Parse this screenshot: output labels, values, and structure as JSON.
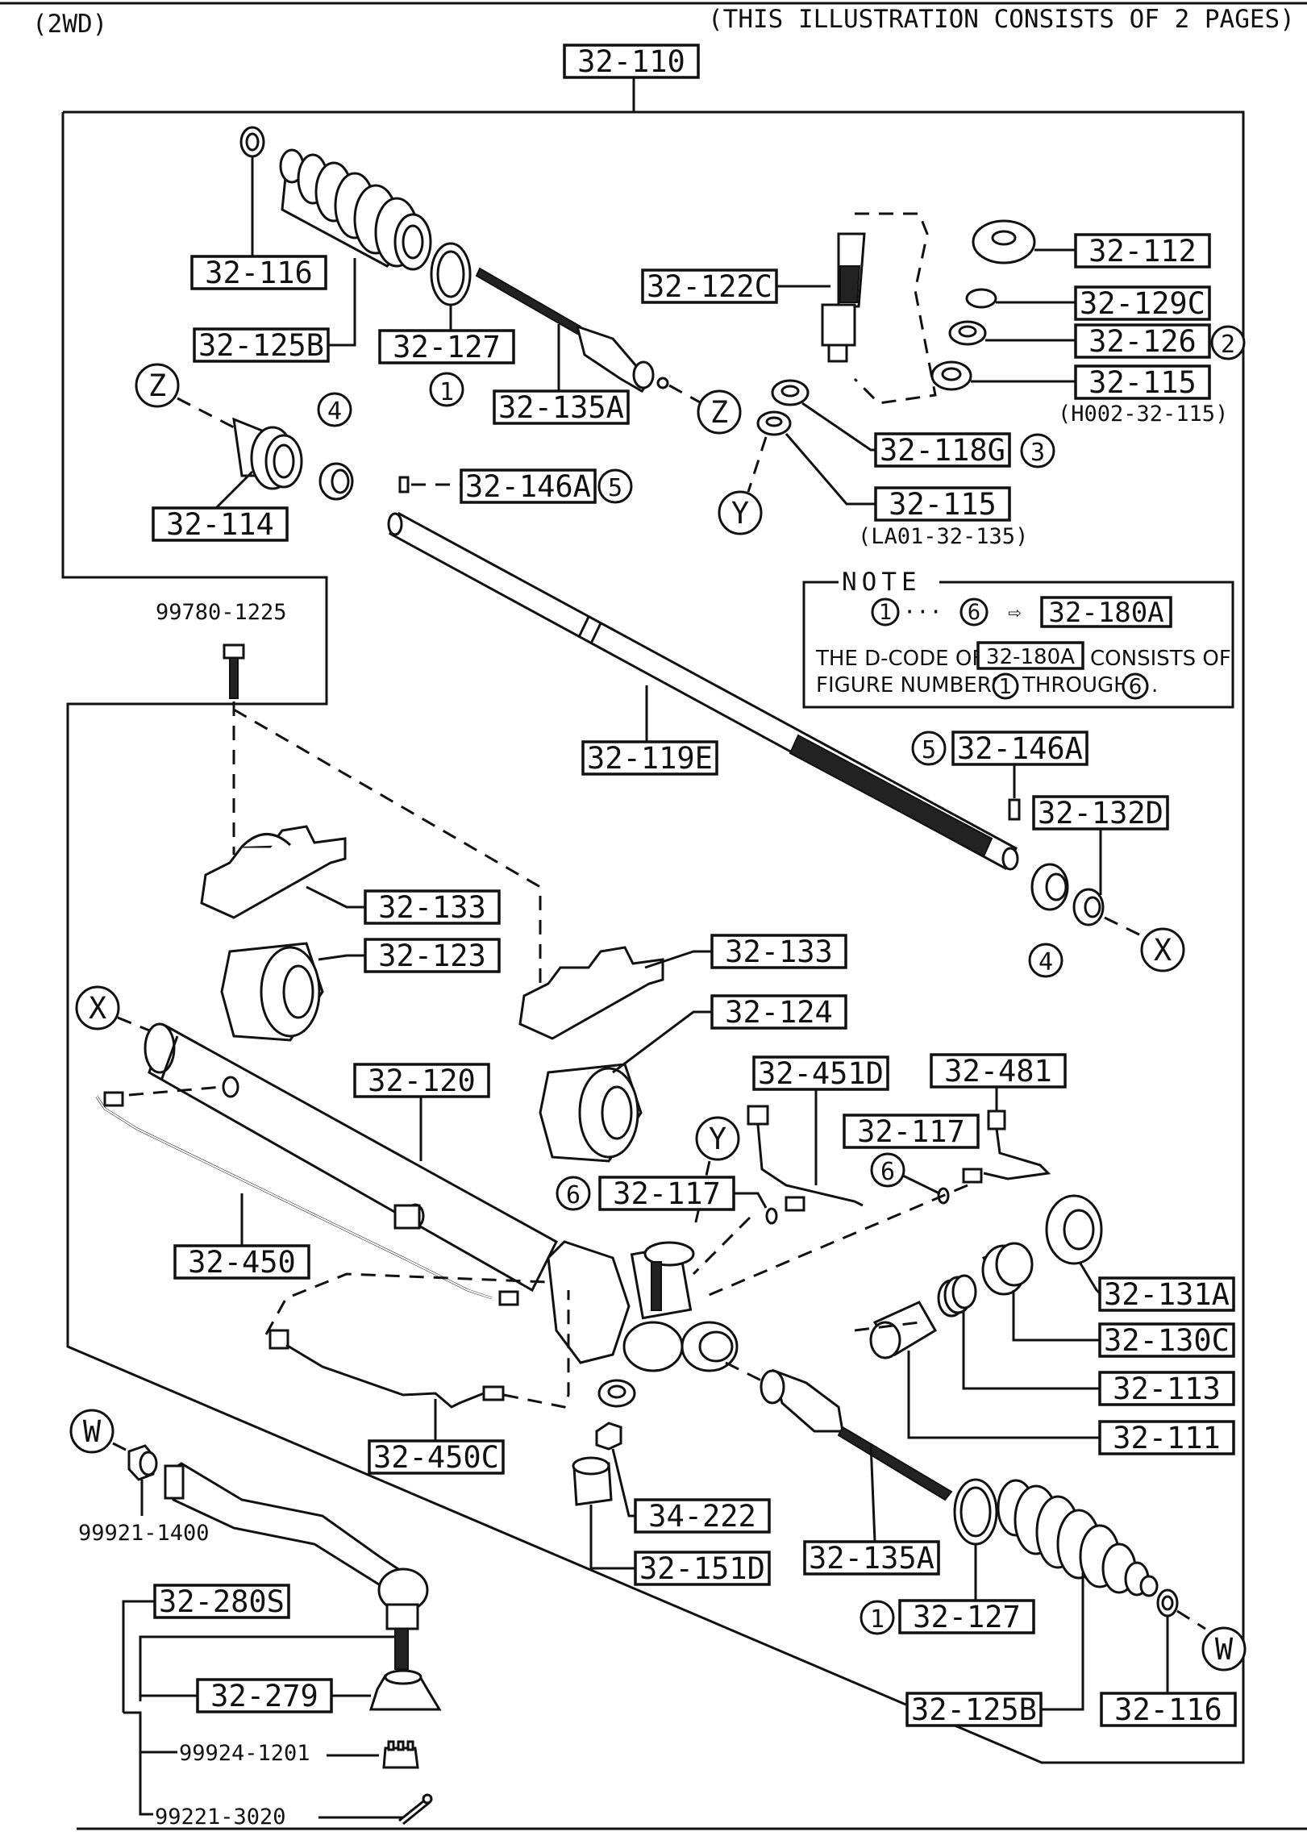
{
  "header": {
    "variant": "(2WD)",
    "notice": "(THIS ILLUSTRATION CONSISTS OF  2 PAGES)"
  },
  "note": {
    "title": "NOTE",
    "range_from": "1",
    "range_to": "6",
    "arrow": "⇨",
    "ref_code": "32-180A",
    "line1_prefix": "THE D-CODE OF",
    "line1_suffix": "CONSISTS OF",
    "line2_prefix": "FIGURE NUMBERS",
    "line2_mid": "THROUGH",
    "line2_end": "."
  },
  "labels": {
    "p32_110": "32-110",
    "p32_116_top": "32-116",
    "p32_125B_top": "32-125B",
    "p32_127_top": "32-127",
    "p32_135A_top": "32-135A",
    "p32_122C": "32-122C",
    "p32_112": "32-112",
    "p32_129C": "32-129C",
    "p32_126": "32-126",
    "p32_115_a": "32-115",
    "p32_115_a_sub": "(H002-32-115)",
    "p32_118G": "32-118G",
    "p32_115_b": "32-115",
    "p32_115_b_sub": "(LA01-32-135)",
    "p32_114": "32-114",
    "p32_146A_top": "32-146A",
    "p99780": "99780-1225",
    "p32_119E": "32-119E",
    "p32_146A_right": "32-146A",
    "p32_132D": "32-132D",
    "p32_133_left": "32-133",
    "p32_123": "32-123",
    "p32_133_right": "32-133",
    "p32_124": "32-124",
    "p32_120": "32-120",
    "p32_451D": "32-451D",
    "p32_481": "32-481",
    "p32_117_right": "32-117",
    "p32_117_left": "32-117",
    "p32_450": "32-450",
    "p32_131A": "32-131A",
    "p32_130C": "32-130C",
    "p32_113": "32-113",
    "p32_111": "32-111",
    "p32_450C": "32-450C",
    "p34_222": "34-222",
    "p32_151D": "32-151D",
    "p32_135A_bottom": "32-135A",
    "p99921": "99921-1400",
    "p32_280S": "32-280S",
    "p32_279": "32-279",
    "p99924": "99924-1201",
    "p99221": "99221-3020",
    "p32_127_bottom": "32-127",
    "p32_125B_bottom": "32-125B",
    "p32_116_bottom": "32-116"
  },
  "markers": {
    "n1": "1",
    "n2": "2",
    "n3": "3",
    "n4": "4",
    "n5": "5",
    "n6": "6",
    "X": "X",
    "Y": "Y",
    "Z": "Z",
    "W": "W"
  }
}
